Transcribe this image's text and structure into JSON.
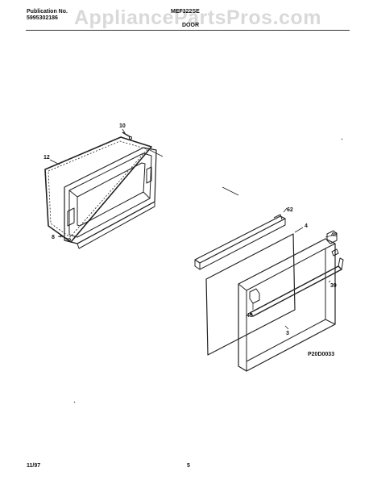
{
  "header": {
    "publication_label": "Publication No.",
    "publication_number": "5995302186",
    "model": "MEF322SE",
    "section": "DOOR",
    "watermark": "AppliancePartsPros.com"
  },
  "callouts": {
    "c10": "10",
    "c12": "12",
    "c8": "8",
    "c62": "62",
    "c4": "4",
    "c48a": "48",
    "c39": "39",
    "c48b": "48",
    "c3": "3"
  },
  "drawing_id": "P20D0033",
  "footer": {
    "date": "11/97",
    "page": "5"
  }
}
